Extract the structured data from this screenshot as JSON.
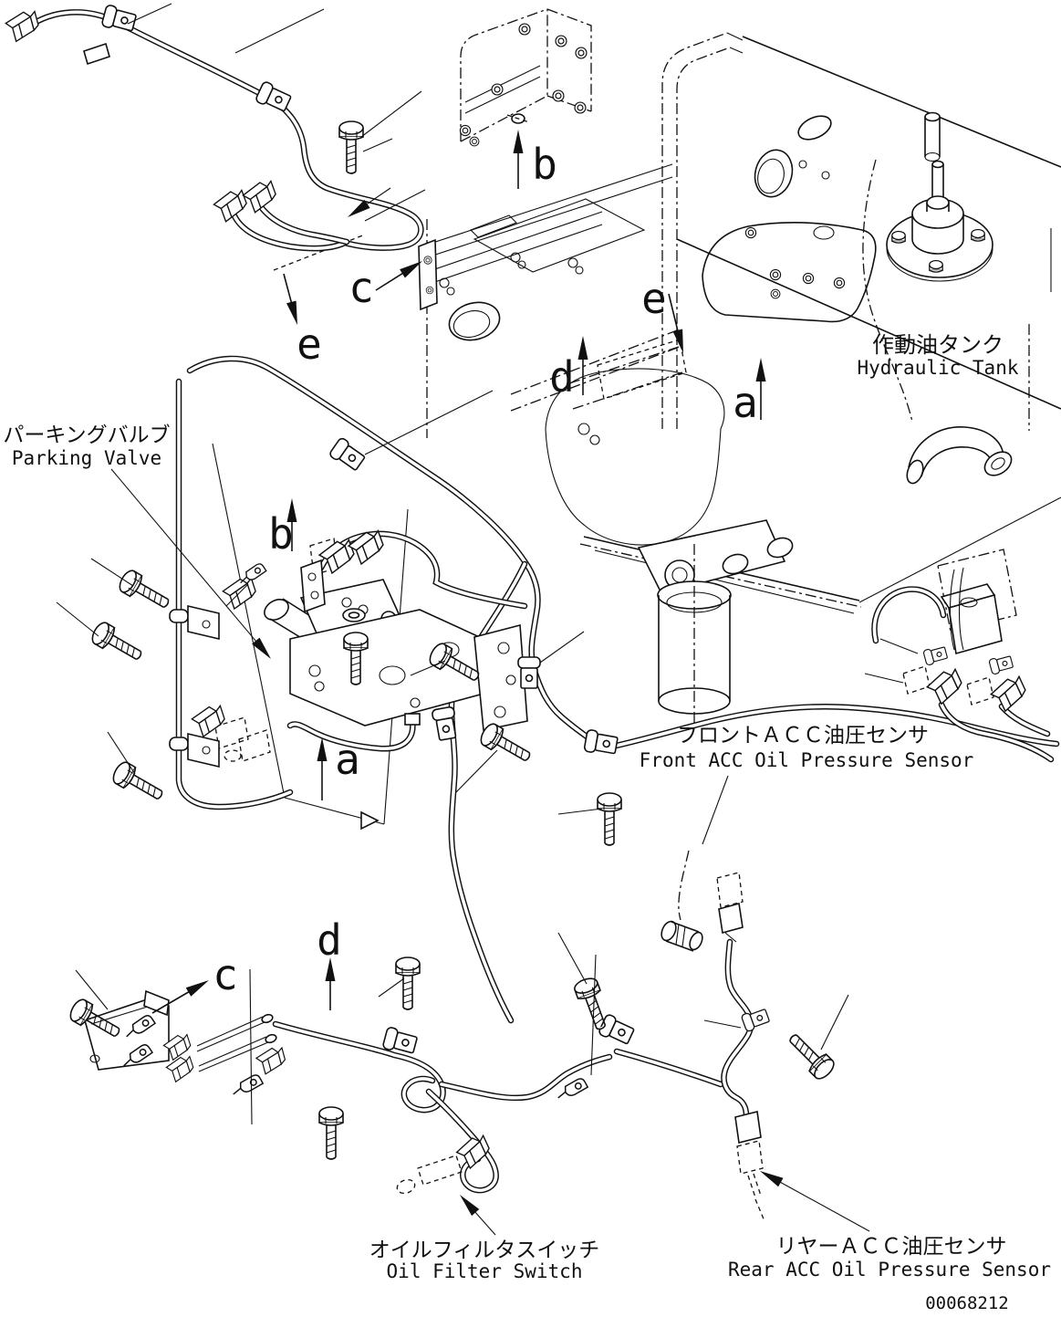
{
  "diagram": {
    "figure_number": "00068212",
    "colors": {
      "line": "#111111",
      "background": "#ffffff"
    },
    "callouts": {
      "hydraulic_tank": {
        "jp": "作動油タンク",
        "en": "Hydraulic Tank"
      },
      "parking_valve": {
        "jp": "パーキングバルブ",
        "en": "Parking Valve"
      },
      "front_acc_sensor": {
        "jp": "フロントＡＣＣ油圧センサ",
        "en": "Front ACC Oil Pressure Sensor"
      },
      "oil_filter_switch": {
        "jp": "オイルフィルタスイッチ",
        "en": "Oil Filter Switch"
      },
      "rear_acc_sensor": {
        "jp": "リヤーＡＣＣ油圧センサ",
        "en": "Rear ACC Oil Pressure Sensor"
      }
    },
    "view_markers": [
      {
        "letter": "b"
      },
      {
        "letter": "c"
      },
      {
        "letter": "e"
      },
      {
        "letter": "e"
      },
      {
        "letter": "d"
      },
      {
        "letter": "a"
      },
      {
        "letter": "b"
      },
      {
        "letter": "a"
      },
      {
        "letter": "d"
      },
      {
        "letter": "c"
      }
    ]
  }
}
